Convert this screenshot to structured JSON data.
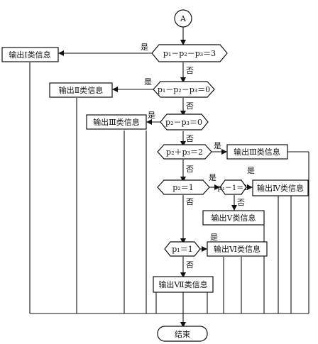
{
  "start": {
    "label": "A"
  },
  "end": {
    "label": "结束"
  },
  "decisions": {
    "d1": "p₁－p₂－p₃＝3",
    "d2": "p₁－p₂－p₃＝0",
    "d3": "p₂－p₃＝0",
    "d4": "p₂＋p₃＝2",
    "d5": "p₂＝1",
    "d6": "p₁－1＝1",
    "d7": "p₁＝1"
  },
  "outputs": {
    "o1": "输出Ⅰ类信息",
    "o2": "输出Ⅱ类信息",
    "o3": "输出Ⅲ类信息",
    "o4": "输出Ⅲ类信息",
    "o5": "输出Ⅳ类信息",
    "o6": "输出Ⅴ类信息",
    "o7": "输出Ⅵ类信息",
    "o8": "输出Ⅶ类信息"
  },
  "branch_labels": {
    "yes": "是",
    "no": "否"
  }
}
